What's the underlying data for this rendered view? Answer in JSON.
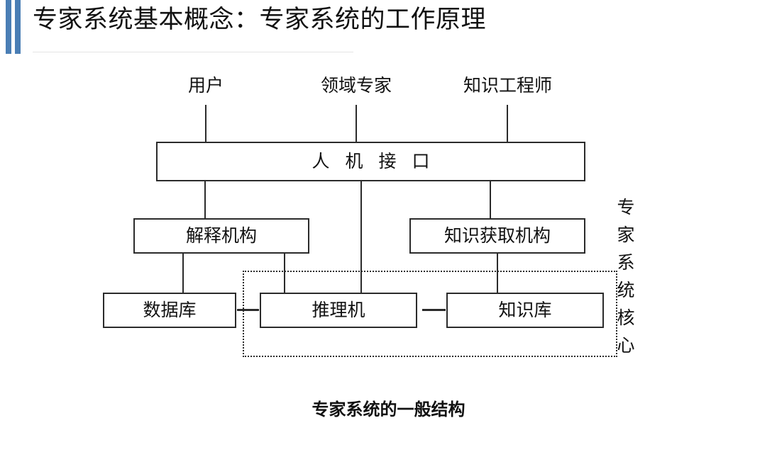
{
  "slide": {
    "title": "专家系统基本概念：专家系统的工作原理",
    "accent_color": "#4A7EB5",
    "divider_color": "#E4E4E4"
  },
  "diagram": {
    "caption": "专家系统的一般结构",
    "line_color": "#2b2b2b",
    "core_label": "专家系统核心",
    "roles": [
      {
        "label": "用户"
      },
      {
        "label": "领域专家"
      },
      {
        "label": "知识工程师"
      }
    ],
    "interface_box": {
      "label": "人机接口"
    },
    "mid_boxes": [
      {
        "label": "解释机构"
      },
      {
        "label": "知识获取机构"
      }
    ],
    "bottom_boxes": [
      {
        "label": "数据库"
      },
      {
        "label": "推理机"
      },
      {
        "label": "知识库"
      }
    ]
  }
}
